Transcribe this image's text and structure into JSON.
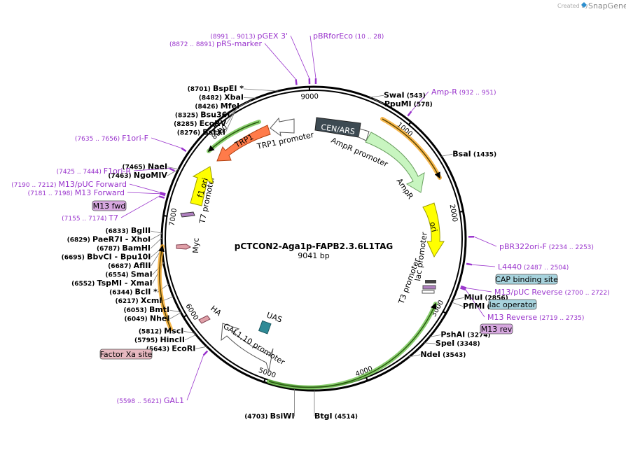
{
  "header": {
    "credit": "Created by",
    "brand": "SnapGene"
  },
  "plasmid": {
    "name": "pCTCON2-Aga1p-FAPB2.3.6L1TAG",
    "size_label": "9041 bp",
    "total_bp": 9041
  },
  "ticks": [
    {
      "label": "1000",
      "bp": 1000
    },
    {
      "label": "2000",
      "bp": 2000
    },
    {
      "label": "3000",
      "bp": 3000
    },
    {
      "label": "4000",
      "bp": 4000
    },
    {
      "label": "5000",
      "bp": 5000
    },
    {
      "label": "6000",
      "bp": 6000
    },
    {
      "label": "7000",
      "bp": 7000
    },
    {
      "label": "8000",
      "bp": 8000
    },
    {
      "label": "9000",
      "bp": 9000
    }
  ],
  "enzymes": [
    {
      "name": "SwaI",
      "pos": "(543)",
      "bp": 543,
      "side": "right"
    },
    {
      "name": "PpuMI",
      "pos": "(578)",
      "bp": 578,
      "side": "right"
    },
    {
      "name": "BsaI",
      "pos": "(1435)",
      "bp": 1435,
      "side": "right"
    },
    {
      "name": "MluI",
      "pos": "(2856)",
      "bp": 2856,
      "side": "right"
    },
    {
      "name": "PflMI",
      "pos": "(2882)",
      "bp": 2882,
      "side": "right"
    },
    {
      "name": "PshAI",
      "pos": "(3274)",
      "bp": 3274,
      "side": "right"
    },
    {
      "name": "SpeI",
      "pos": "(3348)",
      "bp": 3348,
      "side": "right"
    },
    {
      "name": "NdeI",
      "pos": "(3543)",
      "bp": 3543,
      "side": "right"
    },
    {
      "name": "BtgI",
      "pos": "(4514)",
      "bp": 4514,
      "side": "right"
    },
    {
      "name": "BsiWI",
      "pos": "(4703)",
      "bp": 4703,
      "side": "left"
    },
    {
      "name": "EcoRI",
      "pos": "(5643)",
      "bp": 5643,
      "side": "left"
    },
    {
      "name": "HincII",
      "pos": "(5795)",
      "bp": 5795,
      "side": "left"
    },
    {
      "name": "MscI",
      "pos": "(5812)",
      "bp": 5812,
      "side": "left"
    },
    {
      "name": "NheI",
      "pos": "(6049)",
      "bp": 6049,
      "side": "left"
    },
    {
      "name": "BmtI",
      "pos": "(6053)",
      "bp": 6053,
      "side": "left"
    },
    {
      "name": "XcmI",
      "pos": "(6217)",
      "bp": 6217,
      "side": "left"
    },
    {
      "name": "BclI *",
      "pos": "(6344)",
      "bp": 6344,
      "side": "left"
    },
    {
      "name": "TspMI - XmaI",
      "pos": "(6552)",
      "bp": 6552,
      "side": "left"
    },
    {
      "name": "SmaI",
      "pos": "(6554)",
      "bp": 6554,
      "side": "left"
    },
    {
      "name": "AflII",
      "pos": "(6687)",
      "bp": 6687,
      "side": "left"
    },
    {
      "name": "BbvCI - Bpu10I",
      "pos": "(6695)",
      "bp": 6695,
      "side": "left"
    },
    {
      "name": "BamHI",
      "pos": "(6787)",
      "bp": 6787,
      "side": "left"
    },
    {
      "name": "PaeR7I - XhoI",
      "pos": "(6829)",
      "bp": 6829,
      "side": "left"
    },
    {
      "name": "BglII",
      "pos": "(6833)",
      "bp": 6833,
      "side": "left"
    },
    {
      "name": "NgoMIV",
      "pos": "(7463)",
      "bp": 7463,
      "side": "left"
    },
    {
      "name": "NaeI",
      "pos": "(7465)",
      "bp": 7465,
      "side": "left"
    },
    {
      "name": "BstXI",
      "pos": "(8276)",
      "bp": 8276,
      "side": "left"
    },
    {
      "name": "EcoRV",
      "pos": "(8285)",
      "bp": 8285,
      "side": "left"
    },
    {
      "name": "Bsu36I",
      "pos": "(8325)",
      "bp": 8325,
      "side": "left"
    },
    {
      "name": "MfeI",
      "pos": "(8426)",
      "bp": 8426,
      "side": "left"
    },
    {
      "name": "XbaI",
      "pos": "(8482)",
      "bp": 8482,
      "side": "left"
    },
    {
      "name": "BspEI *",
      "pos": "(8701)",
      "bp": 8701,
      "side": "left"
    }
  ],
  "primers": [
    {
      "name": "pBRforEco",
      "pos": "(10 .. 28)",
      "bp": 19
    },
    {
      "name": "pGEX 3'",
      "pos": "(8991 .. 9013)",
      "bp": 9002
    },
    {
      "name": "pRS-marker",
      "pos": "(8872 .. 8891)",
      "bp": 8881
    },
    {
      "name": "Amp-R",
      "pos": "(932 .. 951)",
      "bp": 941
    },
    {
      "name": "pBR322ori-F",
      "pos": "(2234 .. 2253)",
      "bp": 2243
    },
    {
      "name": "L4440",
      "pos": "(2487 .. 2504)",
      "bp": 2495
    },
    {
      "name": "M13/pUC Reverse",
      "pos": "(2700 .. 2722)",
      "bp": 2711
    },
    {
      "name": "M13 Reverse",
      "pos": "(2719 .. 2735)",
      "bp": 2727
    },
    {
      "name": "F1ori-F",
      "pos": "(7635 .. 7656)",
      "bp": 7645
    },
    {
      "name": "F1ori-R",
      "pos": "(7425 .. 7444)",
      "bp": 7434
    },
    {
      "name": "M13/pUC Forward",
      "pos": "(7190 .. 7212)",
      "bp": 7201
    },
    {
      "name": "M13 Forward",
      "pos": "(7181 .. 7198)",
      "bp": 7190
    },
    {
      "name": "T7",
      "pos": "(7155 .. 7174)",
      "bp": 7165
    },
    {
      "name": "GAL1",
      "pos": "(5598 .. 5621)",
      "bp": 5610
    }
  ],
  "boxed_labels": [
    {
      "name": "M13 fwd",
      "color": "#d7a8e0"
    },
    {
      "name": "CAP binding site",
      "color": "#a7d3dd"
    },
    {
      "name": "lac operator",
      "color": "#a7d3dd"
    },
    {
      "name": "M13 rev",
      "color": "#d7a8e0"
    },
    {
      "name": "Factor Xa site",
      "color": "#e7b8c0"
    }
  ],
  "features": [
    {
      "name": "CEN/ARS",
      "color": "#3d4a52"
    },
    {
      "name": "AmpR promoter",
      "color": "#ffffff"
    },
    {
      "name": "AmpR",
      "color": "#c8f5c0"
    },
    {
      "name": "ori",
      "color": "#ffff00"
    },
    {
      "name": "lac promoter",
      "color": "#ffffff"
    },
    {
      "name": "T3 promoter",
      "color": "#ffffff"
    },
    {
      "name": "UAS",
      "color": "#2f8a96"
    },
    {
      "name": "GAL1,10 promoter",
      "color": "#ffffff"
    },
    {
      "name": "HA",
      "color": "#e0a0a8"
    },
    {
      "name": "Myc",
      "color": "#e0a0a8"
    },
    {
      "name": "T7 promoter",
      "color": "#ffffff"
    },
    {
      "name": "f1 ori",
      "color": "#ffff00"
    },
    {
      "name": "TRP1",
      "color": "#ff7b4a"
    },
    {
      "name": "TRP1 promoter",
      "color": "#ffffff"
    }
  ],
  "colors": {
    "backbone": "#000000",
    "green_orf": "#6cc24a",
    "orange_orf": "#f5a623",
    "primer": "#9933cc"
  }
}
